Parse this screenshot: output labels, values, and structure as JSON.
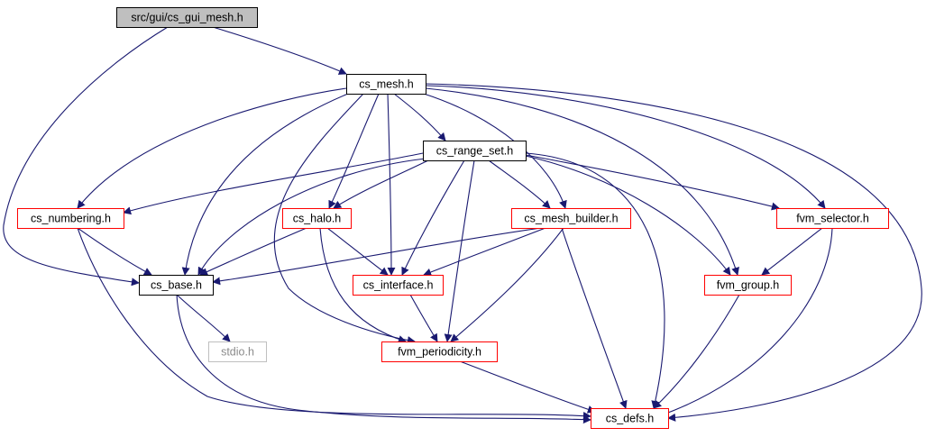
{
  "colors": {
    "edge": "#191970",
    "root_fill": "#bfbfbf",
    "documented_border": "#000000",
    "undocumented_border": "#ff0000",
    "external_border": "#bfbfbf",
    "external_text": "#8c8c8c",
    "text": "#000000"
  },
  "nodes": {
    "src_gui_cs_gui_mesh_h": {
      "label": "src/gui/cs_gui_mesh.h",
      "kind": "root"
    },
    "cs_mesh_h": {
      "label": "cs_mesh.h",
      "kind": "documented"
    },
    "cs_range_set_h": {
      "label": "cs_range_set.h",
      "kind": "documented"
    },
    "cs_numbering_h": {
      "label": "cs_numbering.h",
      "kind": "undocumented"
    },
    "cs_halo_h": {
      "label": "cs_halo.h",
      "kind": "undocumented"
    },
    "cs_mesh_builder_h": {
      "label": "cs_mesh_builder.h",
      "kind": "undocumented"
    },
    "fvm_selector_h": {
      "label": "fvm_selector.h",
      "kind": "undocumented"
    },
    "cs_base_h": {
      "label": "cs_base.h",
      "kind": "documented"
    },
    "cs_interface_h": {
      "label": "cs_interface.h",
      "kind": "undocumented"
    },
    "fvm_group_h": {
      "label": "fvm_group.h",
      "kind": "undocumented"
    },
    "stdio_h": {
      "label": "stdio.h",
      "kind": "external"
    },
    "fvm_periodicity_h": {
      "label": "fvm_periodicity.h",
      "kind": "undocumented"
    },
    "cs_defs_h": {
      "label": "cs_defs.h",
      "kind": "undocumented"
    }
  },
  "edges": [
    {
      "from": "src_gui_cs_gui_mesh_h",
      "to": "cs_mesh_h"
    },
    {
      "from": "src_gui_cs_gui_mesh_h",
      "to": "cs_base_h"
    },
    {
      "from": "cs_mesh_h",
      "to": "cs_range_set_h"
    },
    {
      "from": "cs_mesh_h",
      "to": "cs_numbering_h"
    },
    {
      "from": "cs_mesh_h",
      "to": "cs_base_h"
    },
    {
      "from": "cs_mesh_h",
      "to": "cs_halo_h"
    },
    {
      "from": "cs_mesh_h",
      "to": "cs_interface_h"
    },
    {
      "from": "cs_mesh_h",
      "to": "fvm_periodicity_h"
    },
    {
      "from": "cs_mesh_h",
      "to": "cs_mesh_builder_h"
    },
    {
      "from": "cs_mesh_h",
      "to": "fvm_group_h"
    },
    {
      "from": "cs_mesh_h",
      "to": "fvm_selector_h"
    },
    {
      "from": "cs_mesh_h",
      "to": "cs_defs_h"
    },
    {
      "from": "cs_range_set_h",
      "to": "cs_numbering_h"
    },
    {
      "from": "cs_range_set_h",
      "to": "cs_base_h"
    },
    {
      "from": "cs_range_set_h",
      "to": "cs_halo_h"
    },
    {
      "from": "cs_range_set_h",
      "to": "cs_interface_h"
    },
    {
      "from": "cs_range_set_h",
      "to": "fvm_periodicity_h"
    },
    {
      "from": "cs_range_set_h",
      "to": "cs_mesh_builder_h"
    },
    {
      "from": "cs_range_set_h",
      "to": "fvm_group_h"
    },
    {
      "from": "cs_range_set_h",
      "to": "fvm_selector_h"
    },
    {
      "from": "cs_range_set_h",
      "to": "cs_defs_h"
    },
    {
      "from": "cs_numbering_h",
      "to": "cs_base_h"
    },
    {
      "from": "cs_numbering_h",
      "to": "cs_defs_h"
    },
    {
      "from": "cs_halo_h",
      "to": "cs_base_h"
    },
    {
      "from": "cs_halo_h",
      "to": "cs_interface_h"
    },
    {
      "from": "cs_halo_h",
      "to": "fvm_periodicity_h"
    },
    {
      "from": "cs_mesh_builder_h",
      "to": "cs_base_h"
    },
    {
      "from": "cs_mesh_builder_h",
      "to": "cs_interface_h"
    },
    {
      "from": "cs_mesh_builder_h",
      "to": "fvm_periodicity_h"
    },
    {
      "from": "cs_mesh_builder_h",
      "to": "cs_defs_h"
    },
    {
      "from": "fvm_selector_h",
      "to": "fvm_group_h"
    },
    {
      "from": "fvm_selector_h",
      "to": "cs_defs_h"
    },
    {
      "from": "cs_base_h",
      "to": "stdio_h"
    },
    {
      "from": "cs_base_h",
      "to": "cs_defs_h"
    },
    {
      "from": "cs_interface_h",
      "to": "fvm_periodicity_h"
    },
    {
      "from": "fvm_group_h",
      "to": "cs_defs_h"
    },
    {
      "from": "fvm_periodicity_h",
      "to": "cs_defs_h"
    }
  ]
}
